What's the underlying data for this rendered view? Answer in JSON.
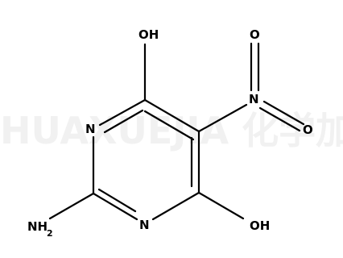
{
  "watermark": {
    "text": "HUAXUEJIA 化学加"
  },
  "atoms": {
    "oh_top": "OH",
    "o_top": "O",
    "n_nitro": "N",
    "o_right": "O",
    "n_ring_left": "N",
    "n_ring_bottom": "N",
    "nh2_main": "NH",
    "nh2_sub": "2",
    "oh_bottom": "OH"
  },
  "colors": {
    "bond": "#000000",
    "label": "#000000",
    "watermark": "#f1f1f1"
  }
}
